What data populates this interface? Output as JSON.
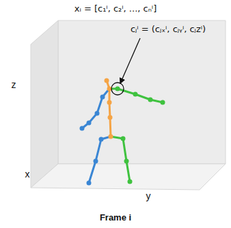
{
  "diagram": {
    "caption": "Frame i",
    "labels": [
      "xᵢ = [c₁ⁱ, c₂ⁱ, ..., cₙⁱ]",
      "cⱼⁱ = (cⱼₓⁱ, cⱼᵧⁱ, cⱼzⁱ)",
      "z",
      "x",
      "y"
    ]
  }
}
